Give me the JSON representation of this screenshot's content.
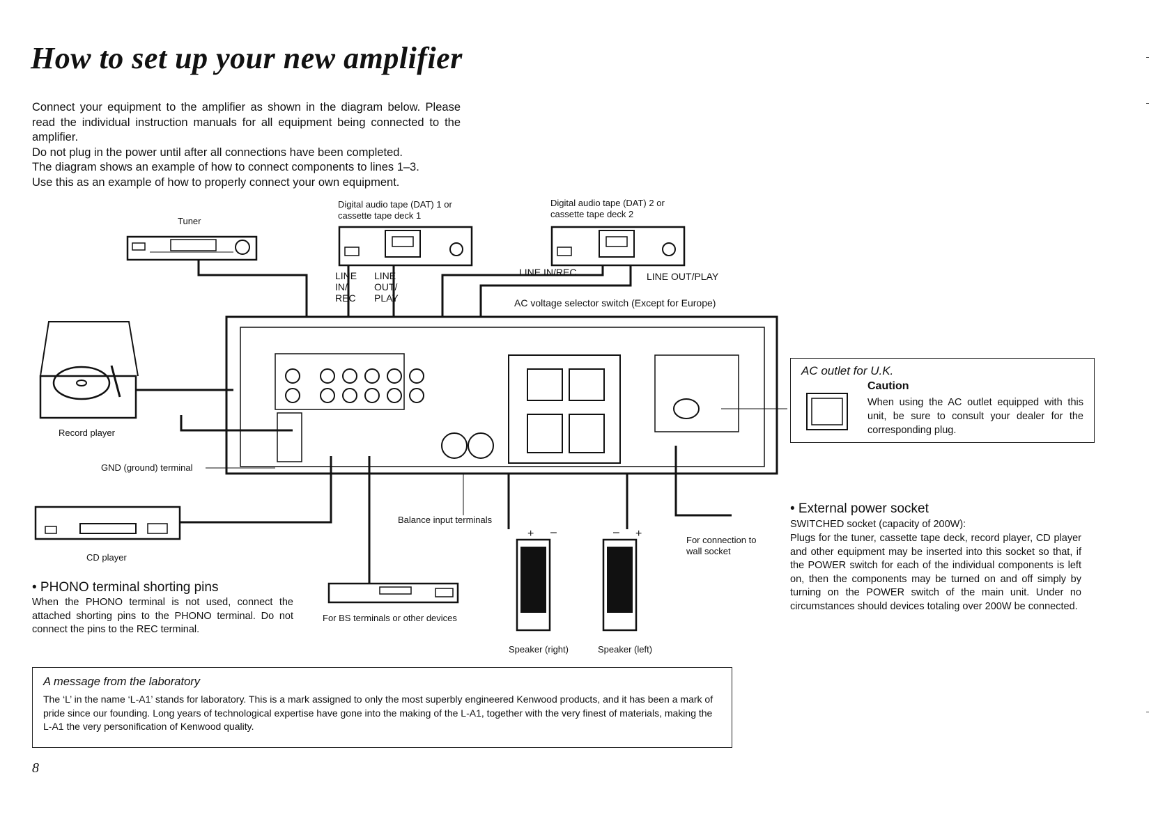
{
  "title": "How to set up your new amplifier",
  "intro": [
    "Connect your equipment to the amplifier as shown in the diagram below. Please read the individual instruction manuals for all equipment being connected to the amplifier.",
    "Do not plug in the power until after all connections have been completed.",
    "The diagram shows an example of how to connect components to lines 1–3.",
    "Use this as an example of how to properly connect your own equipment."
  ],
  "diagram": {
    "tuner": "Tuner",
    "dat1": "Digital audio tape (DAT) 1 or\ncassette tape deck 1",
    "dat2": "Digital audio tape (DAT) 2 or\ncassette tape deck 2",
    "line_in_rec": "LINE\nIN/\nREC",
    "line_out_play": "LINE\nOUT/\nPLAY",
    "line_in_rec2": "LINE IN/REC",
    "line_out_play2": "LINE OUT/PLAY",
    "ac_selector": "AC voltage selector switch (Except for Europe)",
    "record_player": "Record player",
    "gnd": "GND (ground) terminal",
    "cd_player": "CD player",
    "balance": "Balance input terminals",
    "bs": "For BS terminals or other devices",
    "speaker_right": "Speaker (right)",
    "speaker_left": "Speaker (left)",
    "wall_socket": "For connection to\nwall socket",
    "plus": "+",
    "minus": "–"
  },
  "ac_outlet": {
    "title": "AC outlet for U.K.",
    "caution_label": "Caution",
    "caution_text": "When using the AC outlet equipped with this unit, be sure to consult your dealer for the corresponding plug."
  },
  "phono": {
    "heading": "• PHONO terminal shorting pins",
    "body": "When the PHONO terminal is not used, connect the attached shorting pins to the PHONO terminal. Do not connect the pins to the REC terminal."
  },
  "external": {
    "heading": "• External power socket",
    "subtitle": "SWITCHED socket (capacity of 200W):",
    "body": "Plugs for the tuner, cassette tape deck, record player, CD player and other equipment may be inserted into this socket so that, if the POWER switch for each of the individual components is left on, then the components may be turned on and off simply by turning on the POWER switch of the main unit. Under no circumstances should devices totaling over 200W be connected."
  },
  "message": {
    "title": "A message from the laboratory",
    "body": "The ‘L’ in the name ‘L-A1’ stands for laboratory. This is a mark assigned to only the most superbly engineered Kenwood products, and it has been a mark of pride since our founding. Long years of technological expertise have gone into the making of the L-A1, together with the very finest of materials, making the L-A1 the very personification of Kenwood quality."
  },
  "page_number": "8"
}
